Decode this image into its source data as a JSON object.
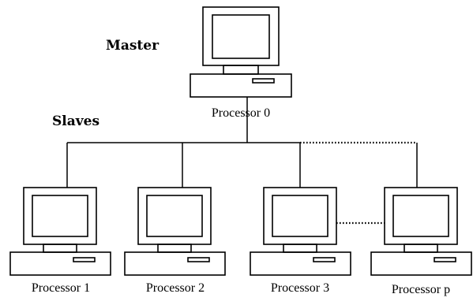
{
  "roles": {
    "master": "Master",
    "slaves": "Slaves"
  },
  "processors": [
    {
      "id": "p0",
      "label": "Processor 0"
    },
    {
      "id": "p1",
      "label": "Processor 1"
    },
    {
      "id": "p2",
      "label": "Processor 2"
    },
    {
      "id": "p3",
      "label": "Processor 3"
    },
    {
      "id": "pp",
      "label": "Processor p"
    }
  ],
  "links": [
    {
      "from": "p0",
      "to": "p1",
      "style": "solid"
    },
    {
      "from": "p0",
      "to": "p2",
      "style": "solid"
    },
    {
      "from": "p0",
      "to": "p3",
      "style": "solid"
    },
    {
      "from": "p0",
      "to": "pp",
      "style": "dotted"
    },
    {
      "from": "p3",
      "to": "pp",
      "style": "dotted"
    }
  ],
  "colors": {
    "stroke": "#000000",
    "background": "#ffffff"
  }
}
